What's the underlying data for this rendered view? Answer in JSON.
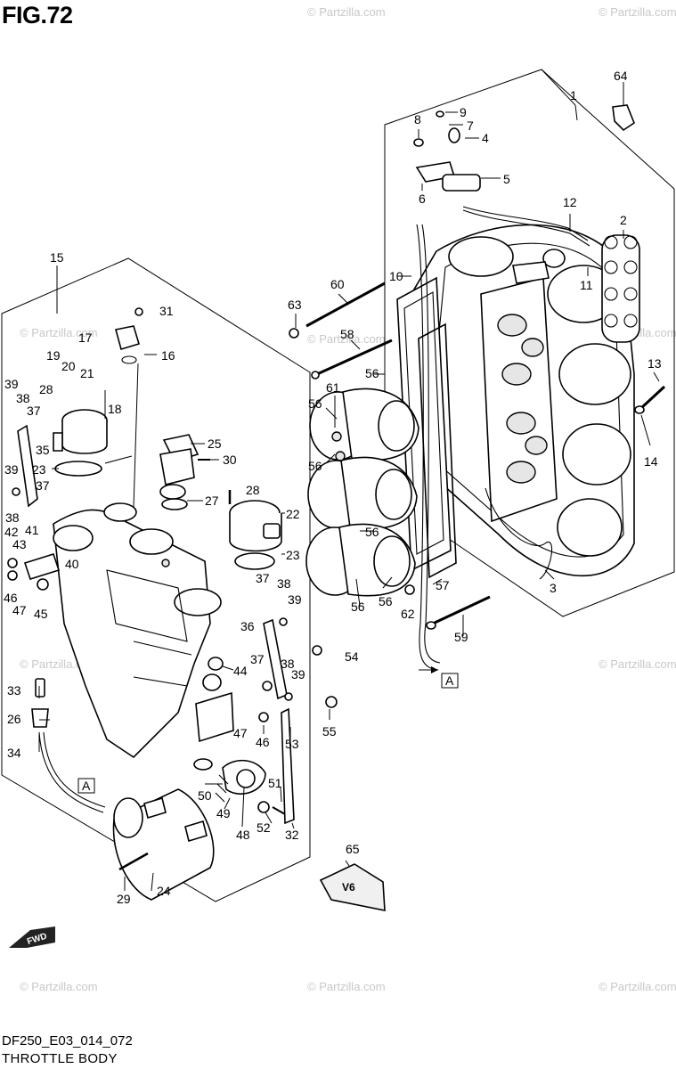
{
  "figure_title": "FIG.72",
  "drawing_code": "DF250_E03_014_072",
  "section_title": "THROTTLE BODY",
  "watermark": "© Partzilla.com",
  "section_ref": "A",
  "logo_text": "FWD",
  "emblem_text": "V6",
  "callouts": [
    {
      "id": "c1",
      "label": "1"
    },
    {
      "id": "c2",
      "label": "2"
    },
    {
      "id": "c3",
      "label": "3"
    },
    {
      "id": "c4",
      "label": "4"
    },
    {
      "id": "c5",
      "label": "5"
    },
    {
      "id": "c6",
      "label": "6"
    },
    {
      "id": "c7",
      "label": "7"
    },
    {
      "id": "c8",
      "label": "8"
    },
    {
      "id": "c9",
      "label": "9"
    },
    {
      "id": "c10",
      "label": "10"
    },
    {
      "id": "c11",
      "label": "11"
    },
    {
      "id": "c12",
      "label": "12"
    },
    {
      "id": "c13",
      "label": "13"
    },
    {
      "id": "c14",
      "label": "14"
    },
    {
      "id": "c15",
      "label": "15"
    },
    {
      "id": "c16",
      "label": "16"
    },
    {
      "id": "c17",
      "label": "17"
    },
    {
      "id": "c18",
      "label": "18"
    },
    {
      "id": "c19",
      "label": "19"
    },
    {
      "id": "c20",
      "label": "20"
    },
    {
      "id": "c21",
      "label": "21"
    },
    {
      "id": "c22",
      "label": "22"
    },
    {
      "id": "c23a",
      "label": "23"
    },
    {
      "id": "c23b",
      "label": "23"
    },
    {
      "id": "c24",
      "label": "24"
    },
    {
      "id": "c25",
      "label": "25"
    },
    {
      "id": "c26",
      "label": "26"
    },
    {
      "id": "c27",
      "label": "27"
    },
    {
      "id": "c28a",
      "label": "28"
    },
    {
      "id": "c28b",
      "label": "28"
    },
    {
      "id": "c29",
      "label": "29"
    },
    {
      "id": "c30",
      "label": "30"
    },
    {
      "id": "c31",
      "label": "31"
    },
    {
      "id": "c32",
      "label": "32"
    },
    {
      "id": "c33",
      "label": "33"
    },
    {
      "id": "c34",
      "label": "34"
    },
    {
      "id": "c35",
      "label": "35"
    },
    {
      "id": "c36",
      "label": "36"
    },
    {
      "id": "c37a",
      "label": "37"
    },
    {
      "id": "c37b",
      "label": "37"
    },
    {
      "id": "c37c",
      "label": "37"
    },
    {
      "id": "c37d",
      "label": "37"
    },
    {
      "id": "c38a",
      "label": "38"
    },
    {
      "id": "c38b",
      "label": "38"
    },
    {
      "id": "c38c",
      "label": "38"
    },
    {
      "id": "c38d",
      "label": "38"
    },
    {
      "id": "c39a",
      "label": "39"
    },
    {
      "id": "c39b",
      "label": "39"
    },
    {
      "id": "c39c",
      "label": "39"
    },
    {
      "id": "c39d",
      "label": "39"
    },
    {
      "id": "c40",
      "label": "40"
    },
    {
      "id": "c41",
      "label": "41"
    },
    {
      "id": "c42",
      "label": "42"
    },
    {
      "id": "c43",
      "label": "43"
    },
    {
      "id": "c44",
      "label": "44"
    },
    {
      "id": "c45",
      "label": "45"
    },
    {
      "id": "c46a",
      "label": "46"
    },
    {
      "id": "c46b",
      "label": "46"
    },
    {
      "id": "c47a",
      "label": "47"
    },
    {
      "id": "c47b",
      "label": "47"
    },
    {
      "id": "c48",
      "label": "48"
    },
    {
      "id": "c49",
      "label": "49"
    },
    {
      "id": "c50",
      "label": "50"
    },
    {
      "id": "c51",
      "label": "51"
    },
    {
      "id": "c52",
      "label": "52"
    },
    {
      "id": "c53",
      "label": "53"
    },
    {
      "id": "c54",
      "label": "54"
    },
    {
      "id": "c55",
      "label": "55"
    },
    {
      "id": "c56a",
      "label": "56"
    },
    {
      "id": "c56b",
      "label": "56"
    },
    {
      "id": "c56c",
      "label": "56"
    },
    {
      "id": "c56d",
      "label": "56"
    },
    {
      "id": "c56e",
      "label": "56"
    },
    {
      "id": "c56f",
      "label": "56"
    },
    {
      "id": "c57",
      "label": "57"
    },
    {
      "id": "c58",
      "label": "58"
    },
    {
      "id": "c59",
      "label": "59"
    },
    {
      "id": "c60",
      "label": "60"
    },
    {
      "id": "c61",
      "label": "61"
    },
    {
      "id": "c62",
      "label": "62"
    },
    {
      "id": "c63",
      "label": "63"
    },
    {
      "id": "c64",
      "label": "64"
    },
    {
      "id": "c65",
      "label": "65"
    }
  ]
}
